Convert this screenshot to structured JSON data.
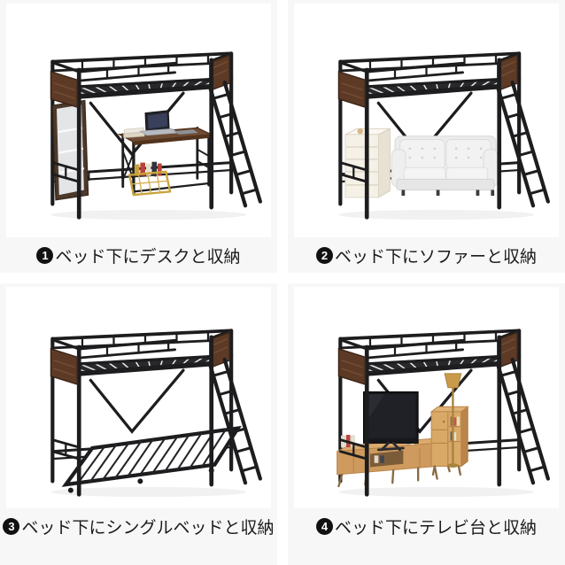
{
  "page": {
    "kind": "product-image-collage",
    "grid": "2x2"
  },
  "cards": [
    {
      "number": "1",
      "label": "ベッド下にデスクと収納",
      "scene": "desk-and-storage-under-bed"
    },
    {
      "number": "2",
      "label": "ベッド下にソファーと収納",
      "scene": "sofa-and-storage-under-bed"
    },
    {
      "number": "3",
      "label": "ベッド下にシングルベッドと収納",
      "scene": "single-bed-and-storage-under-bed"
    },
    {
      "number": "4",
      "label": "ベッド下にテレビ台と収納",
      "scene": "tv-stand-and-storage-under-bed"
    }
  ],
  "colors": {
    "page_bg": "#ffffff",
    "card_bg": "#f7f7f8",
    "photo_bg": "#ffffff",
    "text": "#1a1a1a",
    "badge_bg": "#111111",
    "badge_text": "#ffffff",
    "frame_metal": "#1d1d1f",
    "wood_panel": "#5c3a26",
    "desk_wood": "#6f4b34",
    "mirror": "#e4e5e7",
    "sofa": "#ececec",
    "chest": "#f6f1e7",
    "tv_wood": "#cf9a5e",
    "tv_screen": "#17171b",
    "lamp_gold": "#c89a4a",
    "basket": "#c9a23a"
  }
}
